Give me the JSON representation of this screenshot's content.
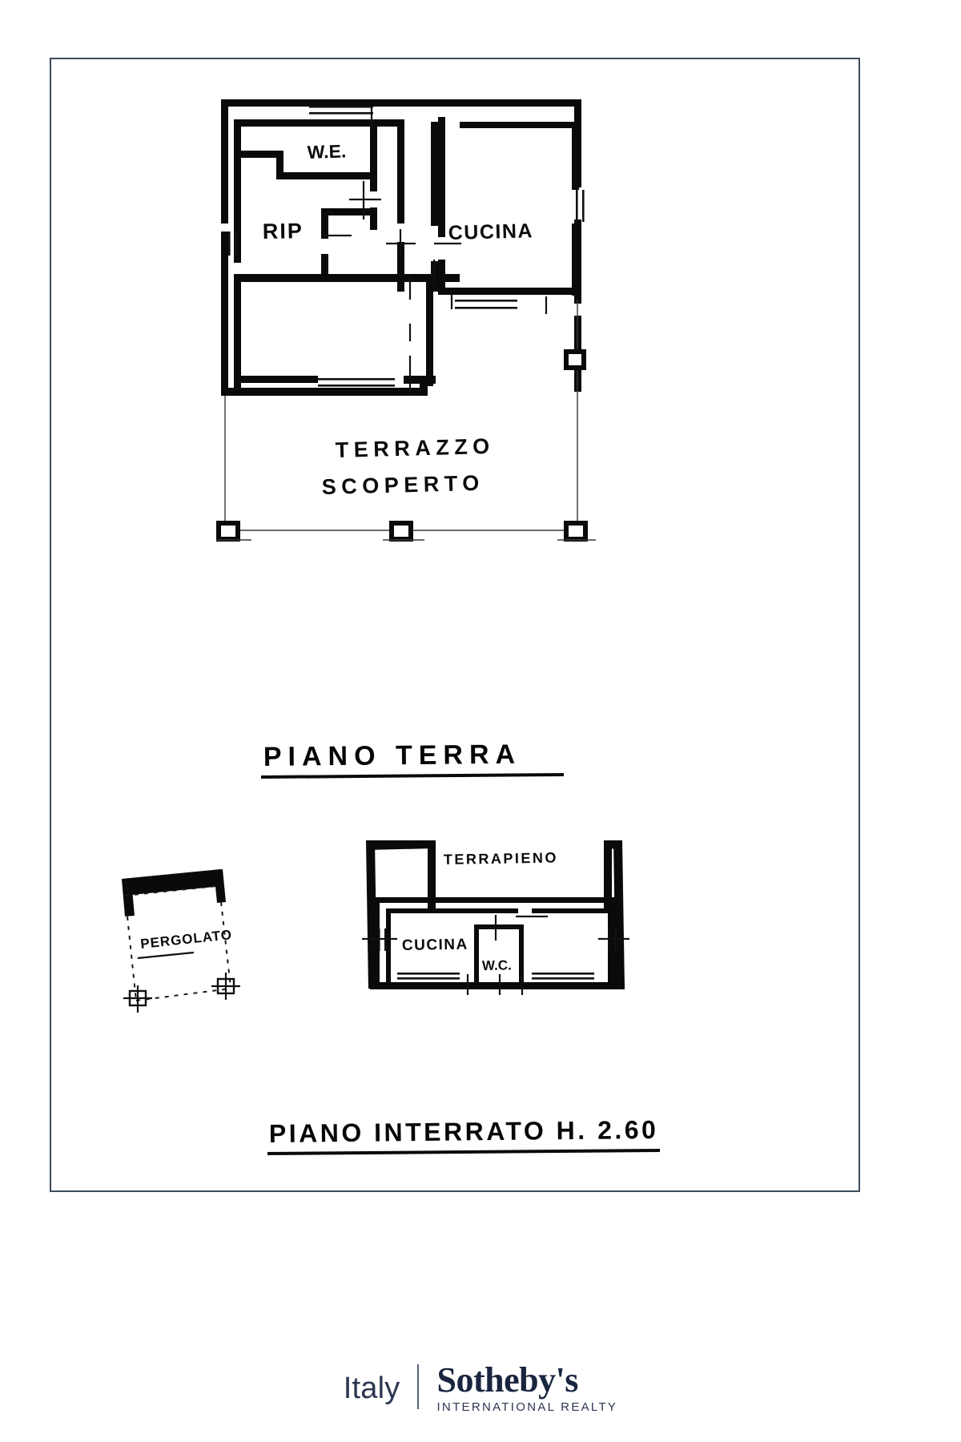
{
  "document": {
    "type": "architectural-floor-plan",
    "language": "it",
    "sheet_border_color": "#3c4a5c",
    "ink_color": "#0a0a0a"
  },
  "ground_floor": {
    "title": "PIANO TERRA",
    "rooms": [
      {
        "key": "wc",
        "label": "W.E."
      },
      {
        "key": "rip",
        "label": "RIP"
      },
      {
        "key": "cucina",
        "label": "CUCINA"
      }
    ],
    "terrace": {
      "line1": "TERRAZZO",
      "line2": "SCOPERTO"
    }
  },
  "basement": {
    "title": "PIANO INTERRATO H. 2.60",
    "height_label": "H.",
    "height_value": "2.60",
    "rooms": [
      {
        "key": "cucina",
        "label": "CUCINA"
      },
      {
        "key": "wc",
        "label": "W.C."
      }
    ],
    "terrapieno_label": "TERRAPIENO"
  },
  "pergola": {
    "label": "PERGOLATO"
  },
  "footer": {
    "brand_region": "Italy",
    "brand_name": "Sotheby's",
    "brand_sub": "INTERNATIONAL REALTY",
    "brand_color": "#1e2a42"
  }
}
